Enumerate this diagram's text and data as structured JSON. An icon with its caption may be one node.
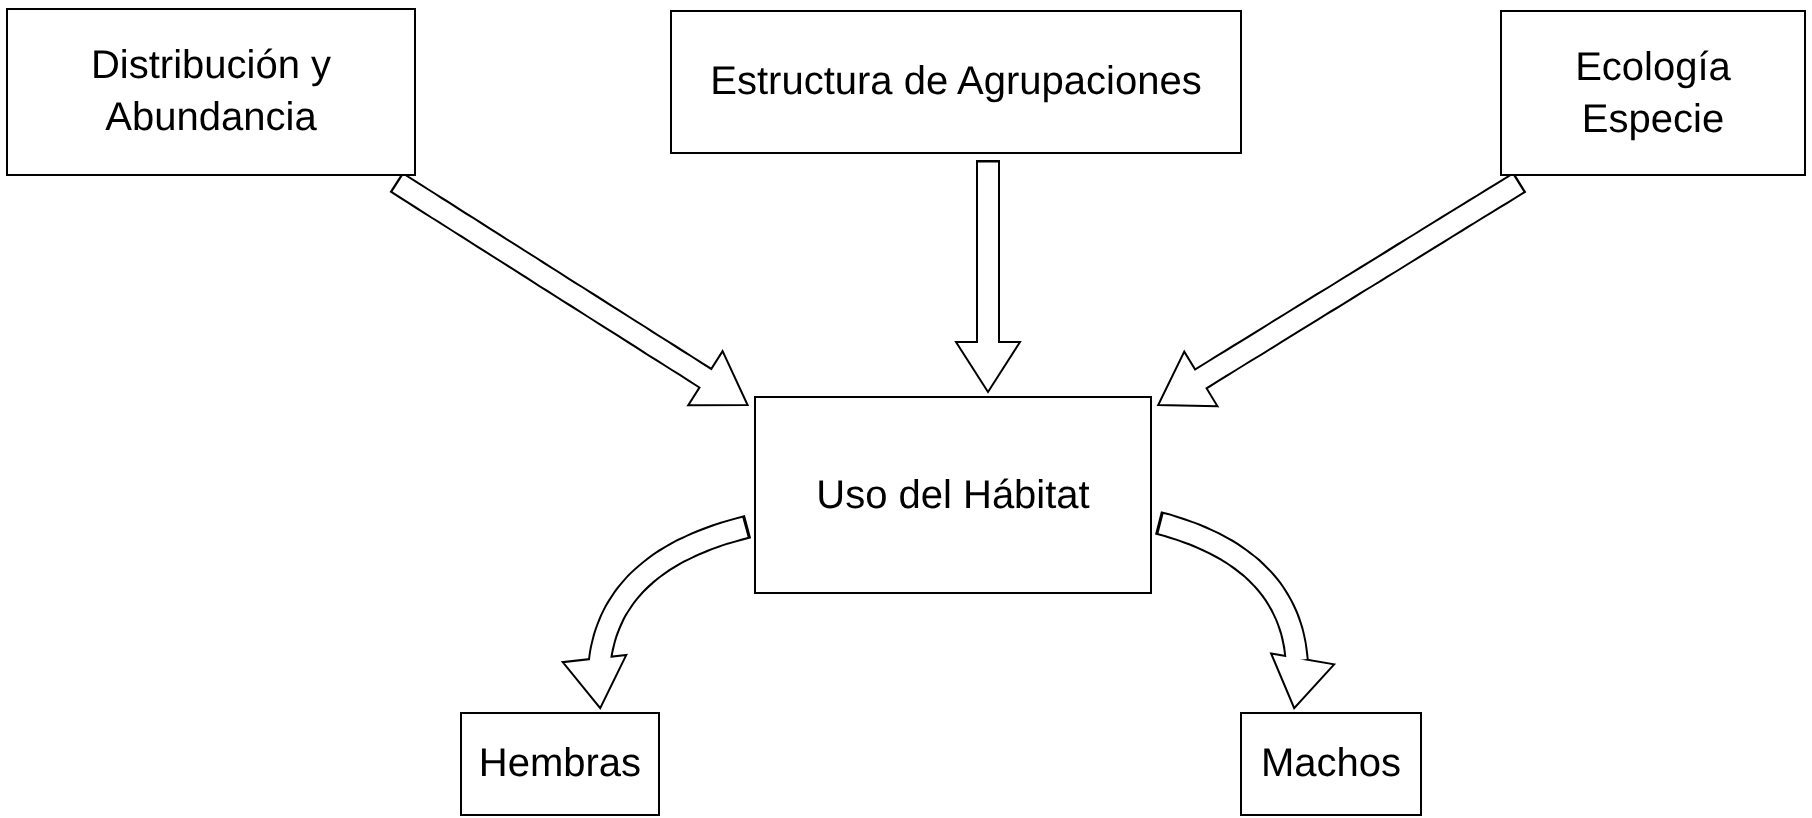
{
  "diagram": {
    "nodes": [
      {
        "text": [
          "Distribución y Abundancia"
        ]
      },
      {
        "text": [
          "Estructura de Agrupaciones"
        ]
      },
      {
        "text": [
          "Ecología Especie"
        ]
      },
      {
        "text": [
          "Uso del Hábitat"
        ]
      },
      {
        "text": [
          "Hembras"
        ]
      },
      {
        "text": [
          "Machos"
        ]
      }
    ],
    "edges": [
      {
        "from": 0,
        "to": 3,
        "arrow": "to"
      },
      {
        "from": 1,
        "to": 3,
        "arrow": "to"
      },
      {
        "from": 2,
        "to": 3,
        "arrow": "to"
      },
      {
        "from": 3,
        "to": 4,
        "arrow": "to"
      },
      {
        "from": 3,
        "to": 5,
        "arrow": "to"
      }
    ]
  }
}
